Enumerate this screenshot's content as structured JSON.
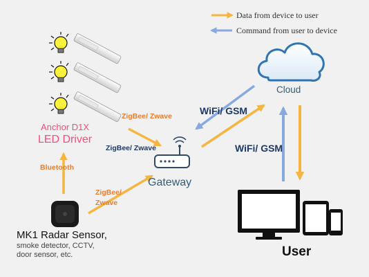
{
  "legend": {
    "data_label": "Data from device to user",
    "command_label": "Command from user to device"
  },
  "colors": {
    "data_arrow": "#f5b540",
    "command_arrow": "#88a8e0",
    "label_orange": "#ea7d2f",
    "label_navy": "#1f3864",
    "driver_pink": "#f0507a",
    "device_blue": "#2f5e7a"
  },
  "nodes": {
    "driver_name": "Anchor D1X",
    "driver_sub": "LED Driver",
    "gateway": "Gateway",
    "cloud": "Cloud",
    "sensor_title": "MK1 Radar Sensor,",
    "sensor_desc_1": "smoke detector, CCTV,",
    "sensor_desc_2": "door sensor, etc.",
    "user": "User"
  },
  "links": {
    "bluetooth": "Bluetooth",
    "zigbee_driver_gateway_data": "ZigBee/ Zwave",
    "zigbee_driver_gateway_command": "ZigBee/ Zwave",
    "zigbee_sensor_gateway_1": "ZigBee/",
    "zigbee_sensor_gateway_2": "Zwave",
    "wifi_gateway_cloud": "WiFi/ GSM",
    "wifi_cloud_user": "WiFi/ GSM"
  },
  "icons": [
    "lightbulb-icon",
    "led-driver-icon",
    "router-icon",
    "cloud-icon",
    "radar-sensor-icon",
    "monitor-icon",
    "tablet-icon",
    "phone-icon"
  ]
}
